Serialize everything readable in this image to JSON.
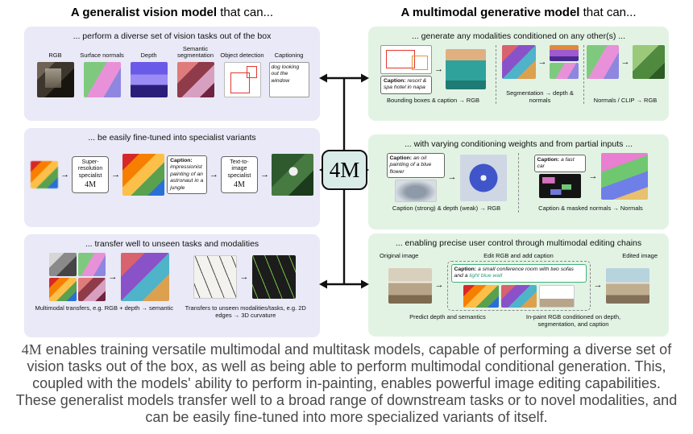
{
  "colors": {
    "left_panel_bg": "#e9e9f7",
    "right_panel_bg": "#e2f3e4",
    "center_node_bg": "#d9ece7",
    "caption_highlight_green": "#2aa07a",
    "detection_box_red": "#e0392f"
  },
  "icons": {
    "arrow_right": "→"
  },
  "center_node": {
    "label": "4M"
  },
  "left": {
    "header": {
      "bold": "A generalist vision model",
      "rest": " that can..."
    },
    "panel_tasks": {
      "title": "... perform a diverse set of vision tasks out of the box",
      "labels": [
        "RGB",
        "Surface normals",
        "Depth",
        "Semantic segmentation",
        "Object detection",
        "Captioning"
      ],
      "caption_example": "dog looking out the window"
    },
    "panel_finetune": {
      "title": "... be easily fine-tuned into specialist variants",
      "sr_specialist": "Super-resolution specialist",
      "sr_model": "4M",
      "caption_label": "Caption:",
      "caption_text": "impressionist painting of an astronaut in a jungle",
      "t2i_specialist": "Text-to-image specialist",
      "t2i_model": "4M"
    },
    "panel_transfer": {
      "title": "... transfer well to unseen tasks and modalities",
      "caption1": "Multimodal transfers, e.g. RGB + depth → semantic",
      "caption2": "Transfers to unseen modalities/tasks, e.g. 2D edges → 3D curvature"
    }
  },
  "right": {
    "header": {
      "bold": "A multimodal generative model",
      "rest": " that can..."
    },
    "panel_generate": {
      "title": "... generate any modalities conditioned on any other(s) ...",
      "caption_label": "Caption:",
      "caption_text": "resort & spa hotel in napa",
      "sub1": "Bounding boxes & caption → RGB",
      "sub2": "Segmentation → depth & normals",
      "sub3": "Normals / CLIP → RGB"
    },
    "panel_conditioning": {
      "title": "... with varying conditioning weights and from partial inputs ...",
      "caption1_label": "Caption:",
      "caption1_text": "an oil painting of a blue flower",
      "caption2_label": "Caption:",
      "caption2_text": "a fast car",
      "sub1": "Caption (strong) & depth (weak) → RGB",
      "sub2": "Caption & masked normals → Normals"
    },
    "panel_editing": {
      "title": "... enabling precise user control through multimodal editing chains",
      "col1": "Original image",
      "col2": "Edit RGB and add caption",
      "col3": "Edited image",
      "caption_label": "Caption:",
      "caption_part1": "a small conference room with two sofas and a ",
      "caption_highlight": "light blue wall",
      "sub1": "Predict depth and semantics",
      "sub2": "In-paint RGB conditioned on depth, segmentation, and caption"
    }
  },
  "footer": {
    "lead": "4M",
    "text": " enables training versatile multimodal and multitask models, capable of performing a diverse set of vision tasks out of the box, as well as being able to perform multimodal conditional generation. This, coupled with the models' ability to perform in-painting, enables powerful image editing capabilities. These generalist models transfer well to a broad range of downstream tasks or to novel modalities, and can be easily fine-tuned into more specialized variants of itself."
  }
}
